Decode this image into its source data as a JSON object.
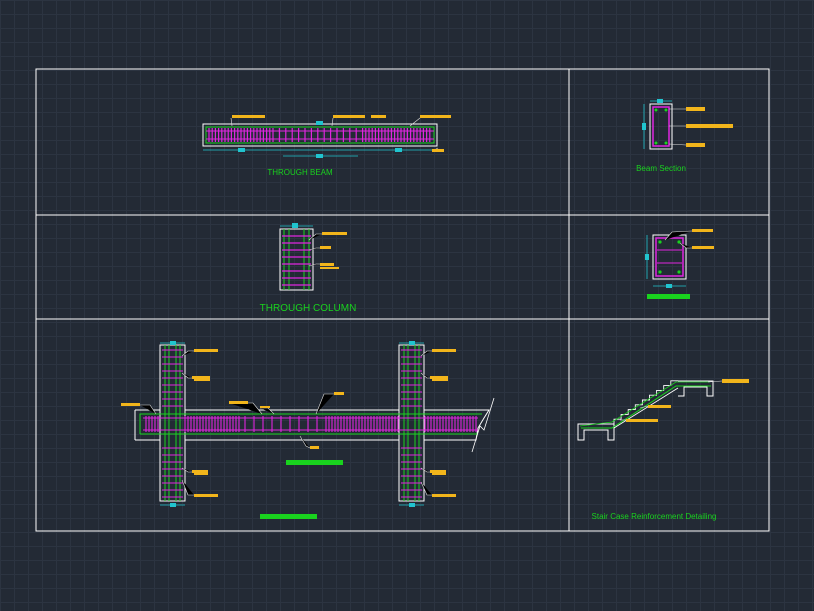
{
  "sheet": {
    "labels": {
      "through_beam": "THROUGH BEAM",
      "beam_section": "Beam Section",
      "through_column": "THROUGH COLUMN",
      "stair_case": "Stair Case Reinforcement Detailing"
    },
    "colors": {
      "background": "#232a35",
      "frame": "#ffffff",
      "rebar_green": "#19d21e",
      "stirrup_magenta": "#e026e0",
      "tag_yellow": "#f2b51b",
      "dimension_cyan": "#21c4cf"
    }
  }
}
